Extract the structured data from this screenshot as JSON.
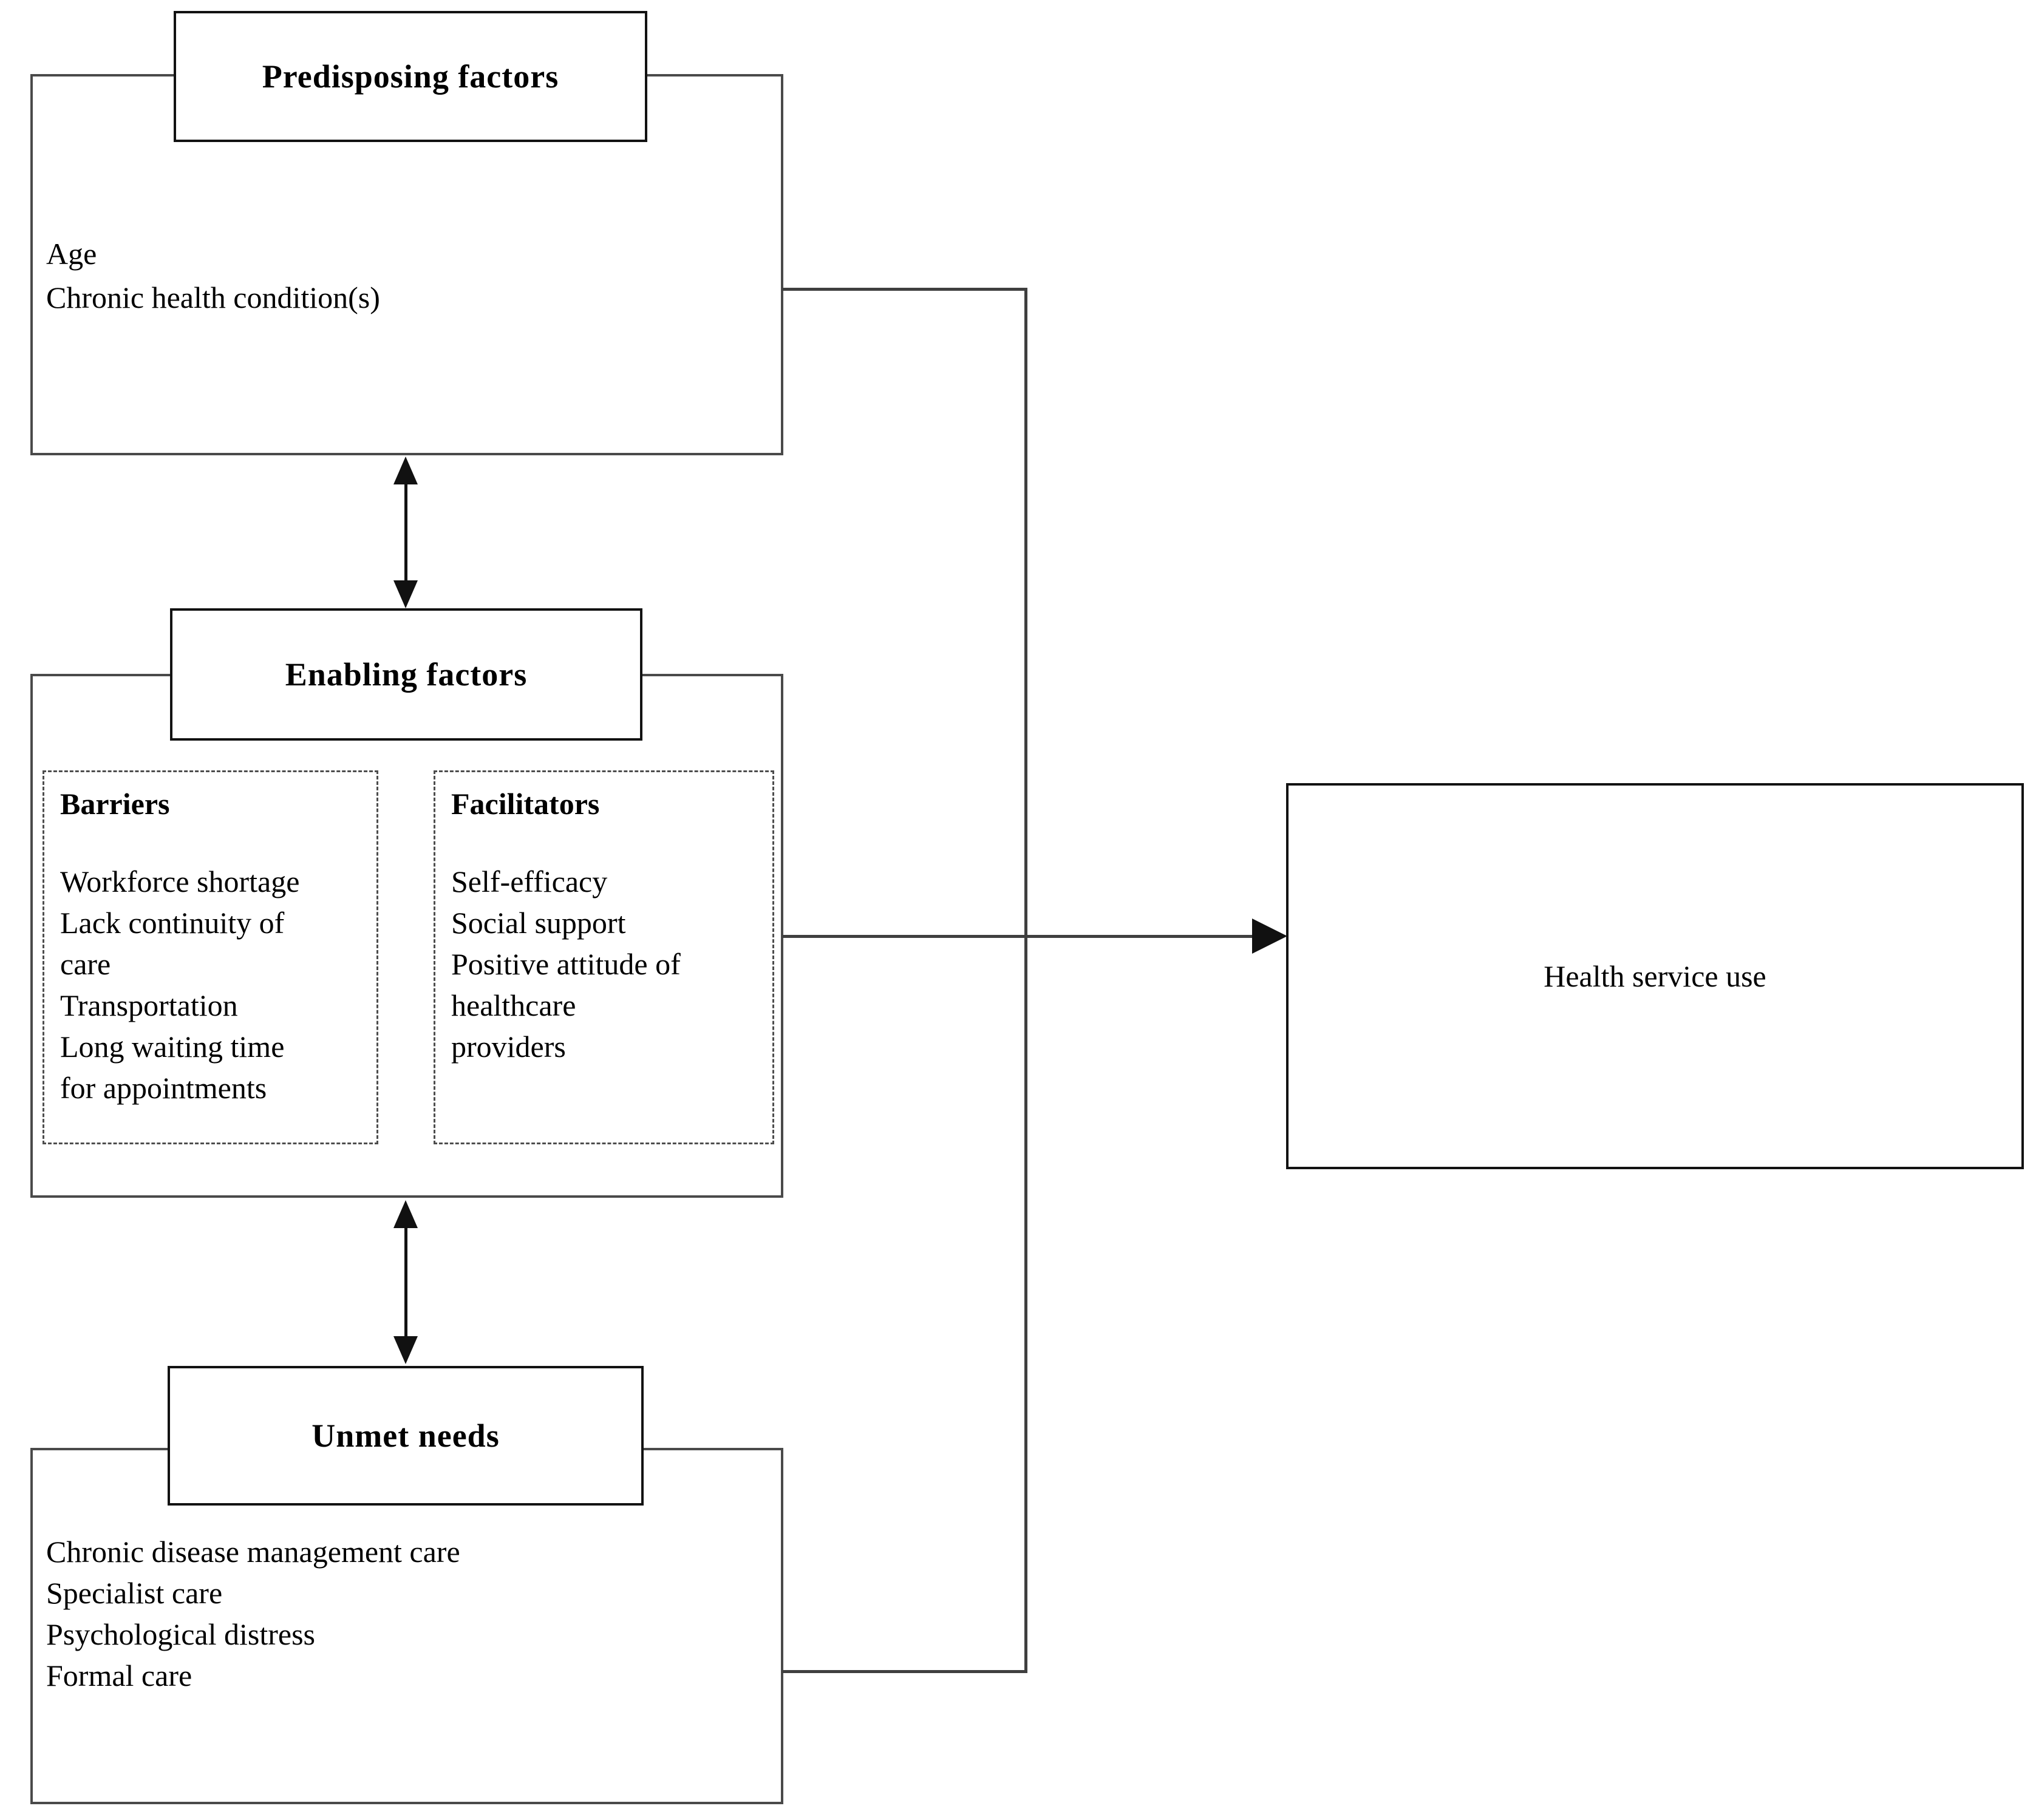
{
  "diagram": {
    "predisposing": {
      "title": "Predisposing factors",
      "items": [
        "Age",
        "Chronic health condition(s)"
      ]
    },
    "enabling": {
      "title": "Enabling factors",
      "barriers": {
        "heading": "Barriers",
        "items": [
          "Workforce shortage",
          "Lack continuity of",
          "care",
          "Transportation",
          "Long waiting time",
          "for appointments"
        ]
      },
      "facilitators": {
        "heading": "Facilitators",
        "items": [
          "Self-efficacy",
          "Social support",
          "Positive attitude of",
          "healthcare",
          "providers"
        ]
      }
    },
    "unmet": {
      "title": "Unmet needs",
      "items": [
        "Chronic disease management care",
        "Specialist care",
        "Psychological distress",
        "Formal care"
      ]
    },
    "outcome": {
      "label": "Health service use"
    },
    "colors": {
      "background": "#ffffff",
      "box_border": "#4a4a4a",
      "title_border": "#121212",
      "dashed_border": "#4d4d4d",
      "line": "#3f3f3f",
      "arrow": "#111111",
      "text": "#000000"
    }
  }
}
